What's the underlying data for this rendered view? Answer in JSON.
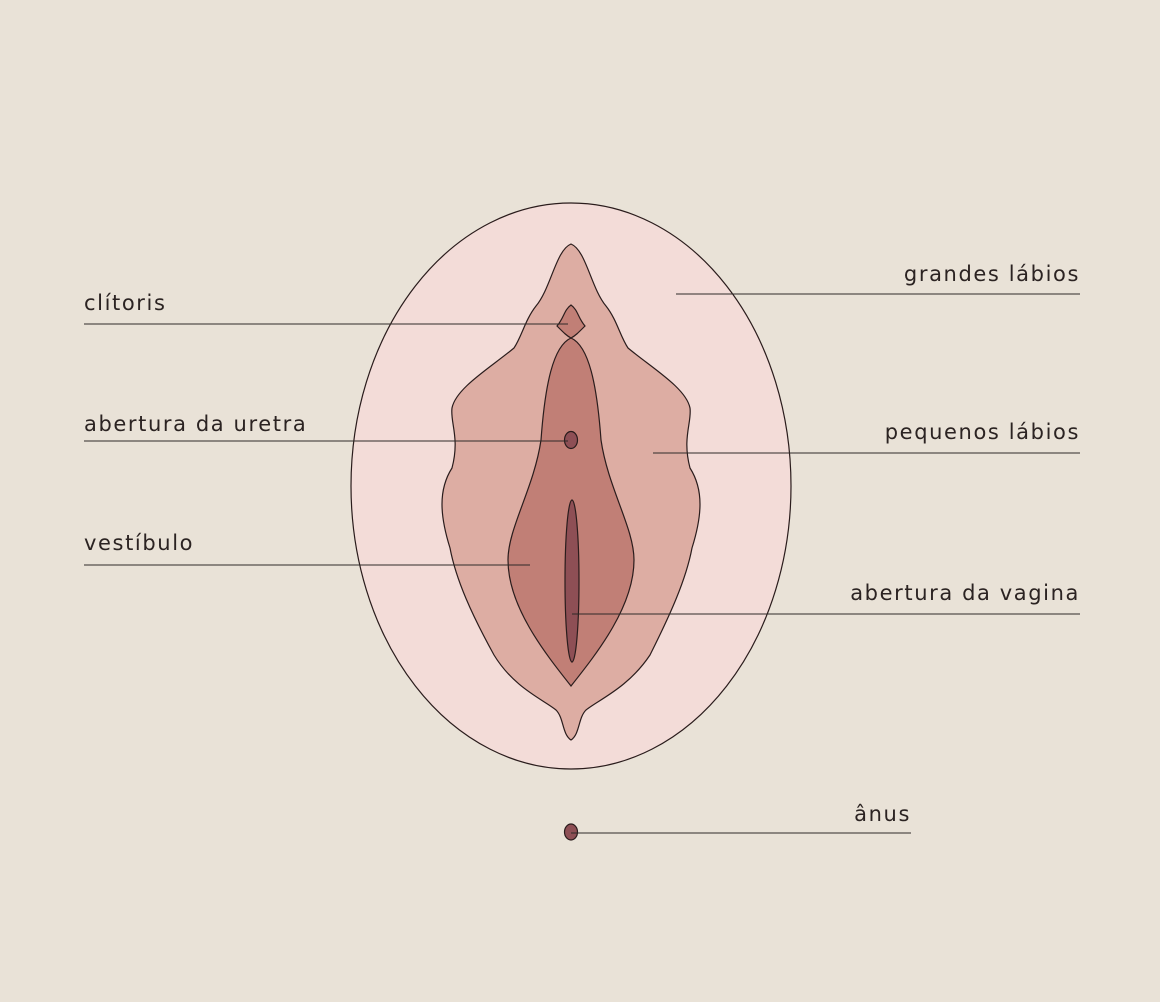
{
  "colors": {
    "background": "#e9e2d7",
    "outer_labia": "#f3dcd8",
    "inner_labia": "#ddada3",
    "vestibule": "#c17f76",
    "openings": "#8e4f55",
    "outline": "#2a1c1c",
    "leader_line": "#2f2a28",
    "text": "#2b2322"
  },
  "labels": {
    "clitoris": "clítoris",
    "urethra": "abertura da uretra",
    "vestibule": "vestíbulo",
    "outer_labia": "grandes lábios",
    "inner_labia": "pequenos lábios",
    "vagina": "abertura da vagina",
    "anus": "ânus"
  }
}
